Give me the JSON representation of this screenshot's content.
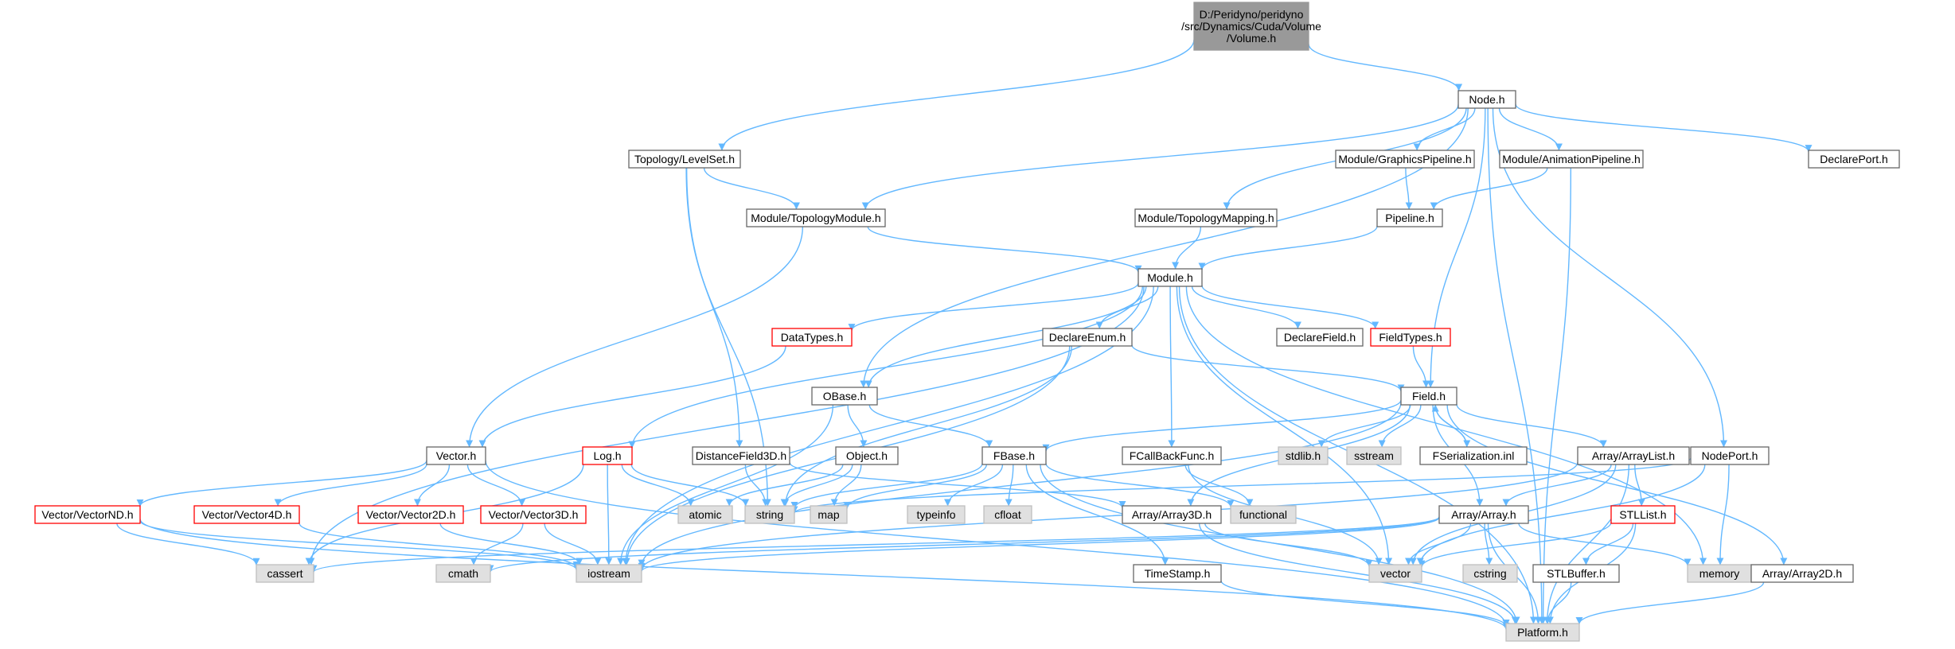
{
  "colors": {
    "edge": "#63b8ff",
    "normal_border": "#666666",
    "normal_fill": "#ffffff",
    "root_border": "#999999",
    "root_fill": "#999999",
    "system_border": "#bfbfbf",
    "system_fill": "#e0e0e0",
    "truncated_border": "#ff0000",
    "truncated_fill": "#ffffff"
  },
  "nodes": [
    {
      "id": "root",
      "label": [
        "D:/Peridyno/peridyno",
        "/src/Dynamics/Cuda/Volume",
        "/Volume.h"
      ],
      "style": "root"
    },
    {
      "id": "node",
      "label": [
        "Node.h"
      ],
      "style": "normal"
    },
    {
      "id": "levelset",
      "label": [
        "Topology/LevelSet.h"
      ],
      "style": "normal"
    },
    {
      "id": "graphicspipeline",
      "label": [
        "Module/GraphicsPipeline.h"
      ],
      "style": "normal"
    },
    {
      "id": "animationpipeline",
      "label": [
        "Module/AnimationPipeline.h"
      ],
      "style": "normal"
    },
    {
      "id": "declareport",
      "label": [
        "DeclarePort.h"
      ],
      "style": "normal"
    },
    {
      "id": "topologymodule",
      "label": [
        "Module/TopologyModule.h"
      ],
      "style": "normal"
    },
    {
      "id": "topologymapping",
      "label": [
        "Module/TopologyMapping.h"
      ],
      "style": "normal"
    },
    {
      "id": "pipeline",
      "label": [
        "Pipeline.h"
      ],
      "style": "normal"
    },
    {
      "id": "module",
      "label": [
        "Module.h"
      ],
      "style": "normal"
    },
    {
      "id": "datatypes",
      "label": [
        "DataTypes.h"
      ],
      "style": "truncated"
    },
    {
      "id": "declareenum",
      "label": [
        "DeclareEnum.h"
      ],
      "style": "normal"
    },
    {
      "id": "declarefield",
      "label": [
        "DeclareField.h"
      ],
      "style": "normal"
    },
    {
      "id": "fieldtypes",
      "label": [
        "FieldTypes.h"
      ],
      "style": "truncated"
    },
    {
      "id": "obase",
      "label": [
        "OBase.h"
      ],
      "style": "normal"
    },
    {
      "id": "field",
      "label": [
        "Field.h"
      ],
      "style": "normal"
    },
    {
      "id": "vector",
      "label": [
        "Vector.h"
      ],
      "style": "normal"
    },
    {
      "id": "log",
      "label": [
        "Log.h"
      ],
      "style": "truncated"
    },
    {
      "id": "distancefield3d",
      "label": [
        "DistanceField3D.h"
      ],
      "style": "normal"
    },
    {
      "id": "object",
      "label": [
        "Object.h"
      ],
      "style": "normal"
    },
    {
      "id": "fbase",
      "label": [
        "FBase.h"
      ],
      "style": "normal"
    },
    {
      "id": "fcallbackfunc",
      "label": [
        "FCallBackFunc.h"
      ],
      "style": "normal"
    },
    {
      "id": "stdlib",
      "label": [
        "stdlib.h"
      ],
      "style": "system"
    },
    {
      "id": "sstream",
      "label": [
        "sstream"
      ],
      "style": "system"
    },
    {
      "id": "fserialization",
      "label": [
        "FSerialization.inl"
      ],
      "style": "normal"
    },
    {
      "id": "arraylist",
      "label": [
        "Array/ArrayList.h"
      ],
      "style": "normal"
    },
    {
      "id": "nodeport",
      "label": [
        "NodePort.h"
      ],
      "style": "normal"
    },
    {
      "id": "vectornd",
      "label": [
        "Vector/VectorND.h"
      ],
      "style": "truncated"
    },
    {
      "id": "vector4d",
      "label": [
        "Vector/Vector4D.h"
      ],
      "style": "truncated"
    },
    {
      "id": "vector2d",
      "label": [
        "Vector/Vector2D.h"
      ],
      "style": "truncated"
    },
    {
      "id": "vector3d",
      "label": [
        "Vector/Vector3D.h"
      ],
      "style": "truncated"
    },
    {
      "id": "atomic",
      "label": [
        "atomic"
      ],
      "style": "system"
    },
    {
      "id": "string",
      "label": [
        "string"
      ],
      "style": "system"
    },
    {
      "id": "map",
      "label": [
        "map"
      ],
      "style": "system"
    },
    {
      "id": "typeinfo",
      "label": [
        "typeinfo"
      ],
      "style": "system"
    },
    {
      "id": "cfloat",
      "label": [
        "cfloat"
      ],
      "style": "system"
    },
    {
      "id": "array3d",
      "label": [
        "Array/Array3D.h"
      ],
      "style": "normal"
    },
    {
      "id": "functional",
      "label": [
        "functional"
      ],
      "style": "system"
    },
    {
      "id": "array",
      "label": [
        "Array/Array.h"
      ],
      "style": "normal"
    },
    {
      "id": "stllist",
      "label": [
        "STLList.h"
      ],
      "style": "truncated"
    },
    {
      "id": "cassert",
      "label": [
        "cassert"
      ],
      "style": "system"
    },
    {
      "id": "cmath",
      "label": [
        "cmath"
      ],
      "style": "system"
    },
    {
      "id": "iostream",
      "label": [
        "iostream"
      ],
      "style": "system"
    },
    {
      "id": "timestamp",
      "label": [
        "TimeStamp.h"
      ],
      "style": "normal"
    },
    {
      "id": "vectorstd",
      "label": [
        "vector"
      ],
      "style": "system"
    },
    {
      "id": "cstring",
      "label": [
        "cstring"
      ],
      "style": "system"
    },
    {
      "id": "stlbuffer",
      "label": [
        "STLBuffer.h"
      ],
      "style": "normal"
    },
    {
      "id": "memory",
      "label": [
        "memory"
      ],
      "style": "system"
    },
    {
      "id": "array2d",
      "label": [
        "Array/Array2D.h"
      ],
      "style": "normal"
    },
    {
      "id": "platform",
      "label": [
        "Platform.h"
      ],
      "style": "system"
    }
  ],
  "edges": [
    [
      "root",
      "node"
    ],
    [
      "root",
      "levelset"
    ],
    [
      "node",
      "topologymodule"
    ],
    [
      "node",
      "obase"
    ],
    [
      "node",
      "topologymapping"
    ],
    [
      "node",
      "graphicspipeline"
    ],
    [
      "node",
      "animationpipeline"
    ],
    [
      "node",
      "declareport"
    ],
    [
      "node",
      "field"
    ],
    [
      "node",
      "nodeport"
    ],
    [
      "node",
      "platform"
    ],
    [
      "levelset",
      "topologymodule"
    ],
    [
      "levelset",
      "distancefield3d"
    ],
    [
      "levelset",
      "string"
    ],
    [
      "graphicspipeline",
      "pipeline"
    ],
    [
      "animationpipeline",
      "pipeline"
    ],
    [
      "animationpipeline",
      "platform"
    ],
    [
      "topologymodule",
      "module"
    ],
    [
      "topologymodule",
      "vector"
    ],
    [
      "topologymapping",
      "module"
    ],
    [
      "pipeline",
      "module"
    ],
    [
      "module",
      "datatypes"
    ],
    [
      "module",
      "declareenum"
    ],
    [
      "module",
      "obase"
    ],
    [
      "module",
      "log"
    ],
    [
      "module",
      "declarefield"
    ],
    [
      "module",
      "fieldtypes"
    ],
    [
      "module",
      "fcallbackfunc"
    ],
    [
      "module",
      "vectorstd"
    ],
    [
      "module",
      "memory"
    ],
    [
      "module",
      "platform"
    ],
    [
      "module",
      "cassert"
    ],
    [
      "module",
      "iostream"
    ],
    [
      "datatypes",
      "vector"
    ],
    [
      "declareenum",
      "field"
    ],
    [
      "declareenum",
      "string"
    ],
    [
      "declareenum",
      "iostream"
    ],
    [
      "fieldtypes",
      "field"
    ],
    [
      "obase",
      "fbase"
    ],
    [
      "obase",
      "object"
    ],
    [
      "obase",
      "iostream"
    ],
    [
      "field",
      "fbase"
    ],
    [
      "field",
      "stdlib"
    ],
    [
      "field",
      "sstream"
    ],
    [
      "field",
      "fserialization"
    ],
    [
      "field",
      "arraylist"
    ],
    [
      "field",
      "array"
    ],
    [
      "field",
      "array3d"
    ],
    [
      "field",
      "array2d"
    ],
    [
      "field",
      "iostream"
    ],
    [
      "fserialization",
      "field"
    ],
    [
      "vector",
      "vectornd"
    ],
    [
      "vector",
      "vector4d"
    ],
    [
      "vector",
      "vector2d"
    ],
    [
      "vector",
      "vector3d"
    ],
    [
      "vector",
      "platform"
    ],
    [
      "log",
      "atomic"
    ],
    [
      "log",
      "string"
    ],
    [
      "log",
      "iostream"
    ],
    [
      "log",
      "cassert"
    ],
    [
      "distancefield3d",
      "string"
    ],
    [
      "distancefield3d",
      "array3d"
    ],
    [
      "object",
      "atomic"
    ],
    [
      "object",
      "string"
    ],
    [
      "object",
      "map"
    ],
    [
      "fbase",
      "typeinfo"
    ],
    [
      "fbase",
      "cfloat"
    ],
    [
      "fbase",
      "functional"
    ],
    [
      "fbase",
      "timestamp"
    ],
    [
      "fbase",
      "platform"
    ],
    [
      "fbase",
      "map"
    ],
    [
      "fbase",
      "string"
    ],
    [
      "fcallbackfunc",
      "functional"
    ],
    [
      "fcallbackfunc",
      "vectorstd"
    ],
    [
      "arraylist",
      "array"
    ],
    [
      "arraylist",
      "stllist"
    ],
    [
      "arraylist",
      "vectorstd"
    ],
    [
      "arraylist",
      "iostream"
    ],
    [
      "arraylist",
      "platform"
    ],
    [
      "nodeport",
      "string"
    ],
    [
      "nodeport",
      "vectorstd"
    ],
    [
      "nodeport",
      "memory"
    ],
    [
      "vectornd",
      "cassert"
    ],
    [
      "vectornd",
      "platform"
    ],
    [
      "vectornd",
      "iostream"
    ],
    [
      "vector4d",
      "iostream"
    ],
    [
      "vector2d",
      "iostream"
    ],
    [
      "vector3d",
      "iostream"
    ],
    [
      "vector3d",
      "cmath"
    ],
    [
      "array3d",
      "vectorstd"
    ],
    [
      "array3d",
      "platform"
    ],
    [
      "array",
      "cassert"
    ],
    [
      "array",
      "cmath"
    ],
    [
      "array",
      "iostream"
    ],
    [
      "array",
      "vectorstd"
    ],
    [
      "array",
      "cstring"
    ],
    [
      "array",
      "memory"
    ],
    [
      "array",
      "platform"
    ],
    [
      "stllist",
      "stlbuffer"
    ],
    [
      "stllist",
      "platform"
    ],
    [
      "stllist",
      "vectorstd"
    ],
    [
      "stlbuffer",
      "platform"
    ],
    [
      "timestamp",
      "platform"
    ],
    [
      "array2d",
      "platform"
    ]
  ]
}
